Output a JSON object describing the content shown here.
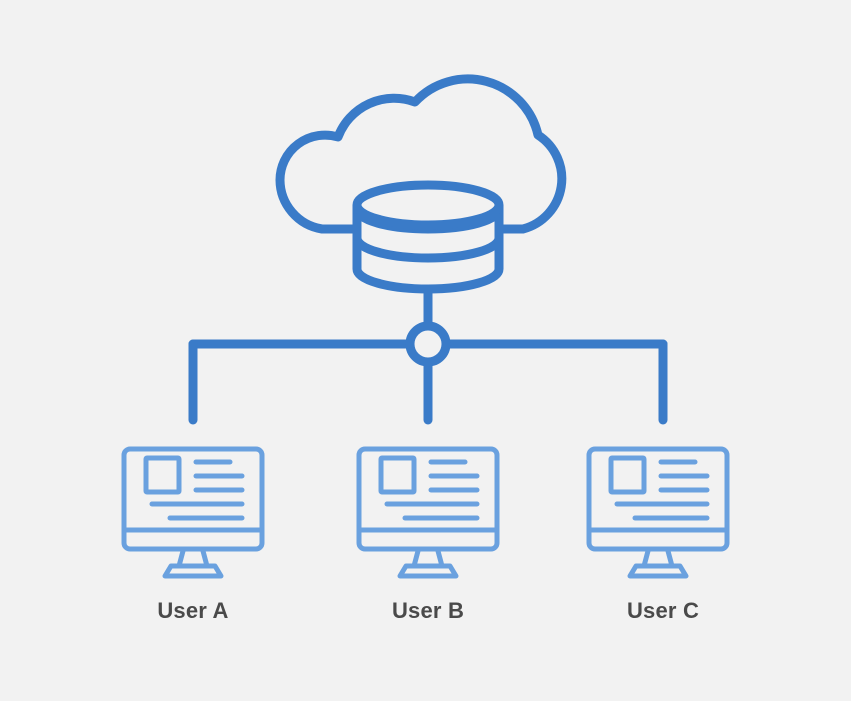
{
  "diagram": {
    "colors": {
      "background": "#f2f2f2",
      "primary": "#3a7bc8",
      "monitor": "#6aa1df",
      "label": "#4a4a4a"
    },
    "hub": {
      "cloud_icon": "cloud-icon",
      "database_icon": "database-icon"
    },
    "users": [
      {
        "label": "User A",
        "icon": "monitor-icon"
      },
      {
        "label": "User B",
        "icon": "monitor-icon"
      },
      {
        "label": "User C",
        "icon": "monitor-icon"
      }
    ]
  }
}
